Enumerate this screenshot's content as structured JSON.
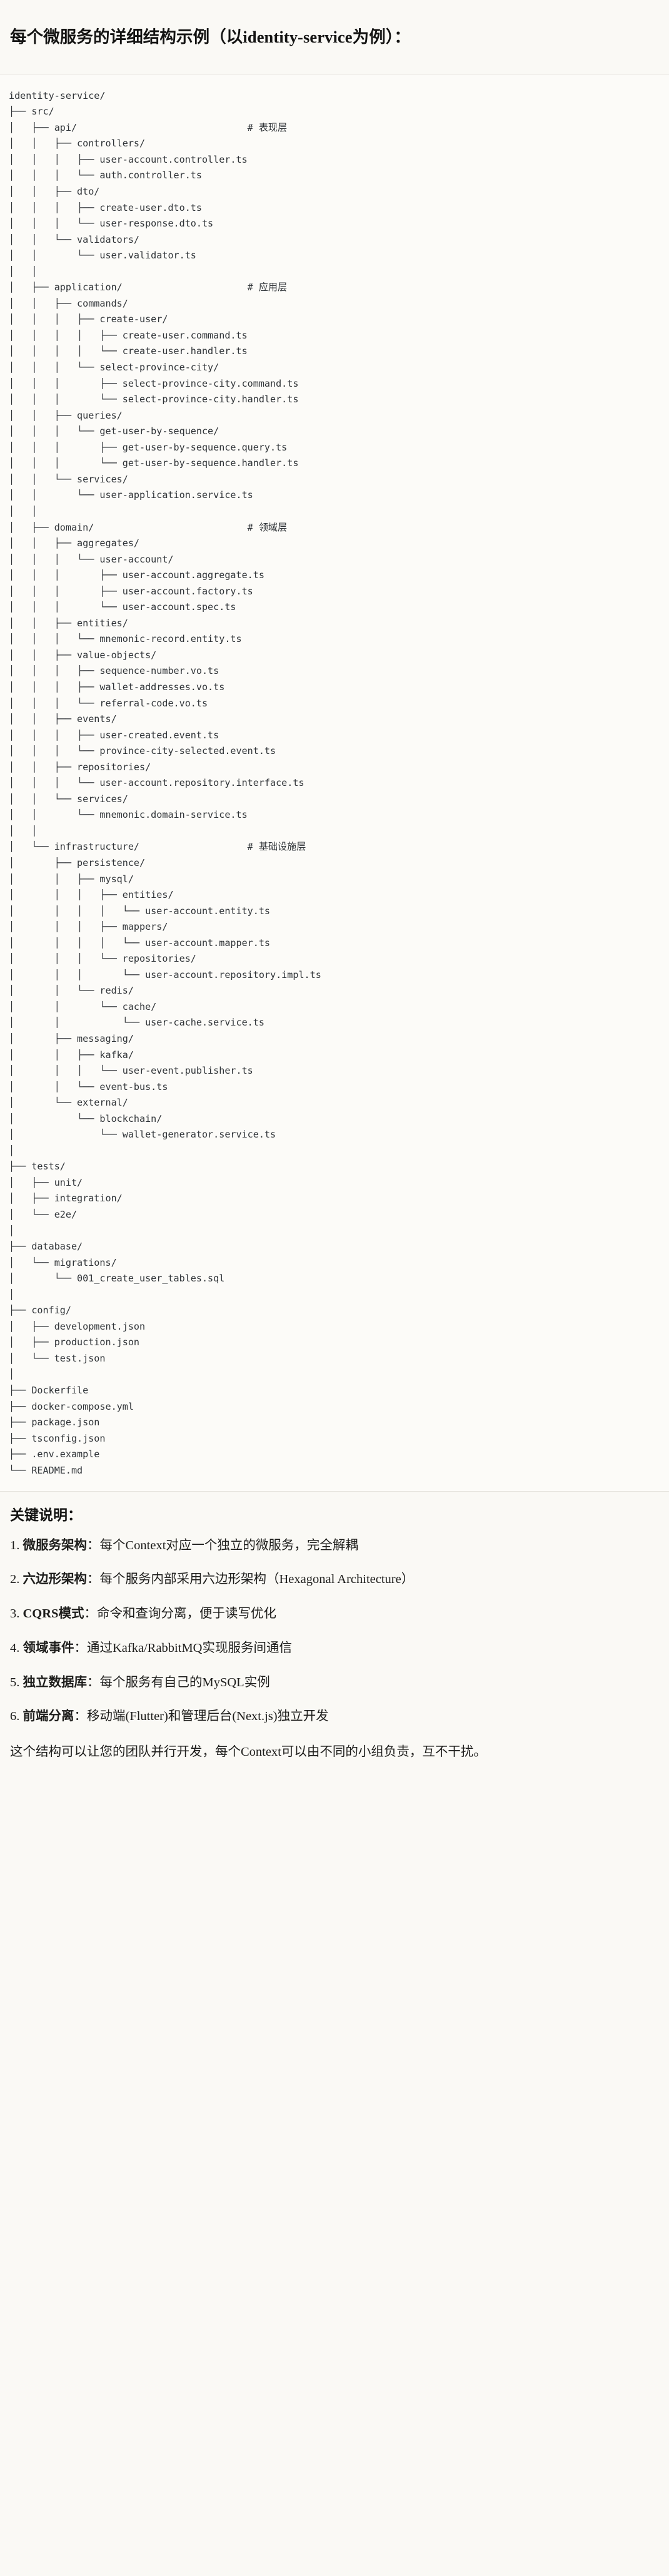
{
  "heading": "每个微服务的详细结构示例（以identity-service为例）：",
  "tree": {
    "language": "text",
    "lines": [
      "identity-service/",
      "├── src/",
      "│   ├── api/                              # 表现层",
      "│   │   ├── controllers/",
      "│   │   │   ├── user-account.controller.ts",
      "│   │   │   └── auth.controller.ts",
      "│   │   ├── dto/",
      "│   │   │   ├── create-user.dto.ts",
      "│   │   │   └── user-response.dto.ts",
      "│   │   └── validators/",
      "│   │       └── user.validator.ts",
      "│   │",
      "│   ├── application/                      # 应用层",
      "│   │   ├── commands/",
      "│   │   │   ├── create-user/",
      "│   │   │   │   ├── create-user.command.ts",
      "│   │   │   │   └── create-user.handler.ts",
      "│   │   │   └── select-province-city/",
      "│   │   │       ├── select-province-city.command.ts",
      "│   │   │       └── select-province-city.handler.ts",
      "│   │   ├── queries/",
      "│   │   │   └── get-user-by-sequence/",
      "│   │   │       ├── get-user-by-sequence.query.ts",
      "│   │   │       └── get-user-by-sequence.handler.ts",
      "│   │   └── services/",
      "│   │       └── user-application.service.ts",
      "│   │",
      "│   ├── domain/                           # 领域层",
      "│   │   ├── aggregates/",
      "│   │   │   └── user-account/",
      "│   │   │       ├── user-account.aggregate.ts",
      "│   │   │       ├── user-account.factory.ts",
      "│   │   │       └── user-account.spec.ts",
      "│   │   ├── entities/",
      "│   │   │   └── mnemonic-record.entity.ts",
      "│   │   ├── value-objects/",
      "│   │   │   ├── sequence-number.vo.ts",
      "│   │   │   ├── wallet-addresses.vo.ts",
      "│   │   │   └── referral-code.vo.ts",
      "│   │   ├── events/",
      "│   │   │   ├── user-created.event.ts",
      "│   │   │   └── province-city-selected.event.ts",
      "│   │   ├── repositories/",
      "│   │   │   └── user-account.repository.interface.ts",
      "│   │   └── services/",
      "│   │       └── mnemonic.domain-service.ts",
      "│   │",
      "│   └── infrastructure/                   # 基础设施层",
      "│       ├── persistence/",
      "│       │   ├── mysql/",
      "│       │   │   ├── entities/",
      "│       │   │   │   └── user-account.entity.ts",
      "│       │   │   ├── mappers/",
      "│       │   │   │   └── user-account.mapper.ts",
      "│       │   │   └── repositories/",
      "│       │   │       └── user-account.repository.impl.ts",
      "│       │   └── redis/",
      "│       │       └── cache/",
      "│       │           └── user-cache.service.ts",
      "│       ├── messaging/",
      "│       │   ├── kafka/",
      "│       │   │   └── user-event.publisher.ts",
      "│       │   └── event-bus.ts",
      "│       └── external/",
      "│           └── blockchain/",
      "│               └── wallet-generator.service.ts",
      "│",
      "├── tests/",
      "│   ├── unit/",
      "│   ├── integration/",
      "│   └── e2e/",
      "│",
      "├── database/",
      "│   └── migrations/",
      "│       └── 001_create_user_tables.sql",
      "│",
      "├── config/",
      "│   ├── development.json",
      "│   ├── production.json",
      "│   └── test.json",
      "│",
      "├── Dockerfile",
      "├── docker-compose.yml",
      "├── package.json",
      "├── tsconfig.json",
      "├── .env.example",
      "└── README.md"
    ]
  },
  "notes": {
    "title": "关键说明：",
    "items": [
      {
        "index": "1.",
        "term": "微服务架构",
        "body": "：每个Context对应一个独立的微服务，完全解耦"
      },
      {
        "index": "2.",
        "term": "六边形架构",
        "body": "：每个服务内部采用六边形架构（Hexagonal Architecture）"
      },
      {
        "index": "3.",
        "term": "CQRS模式",
        "body": "：命令和查询分离，便于读写优化"
      },
      {
        "index": "4.",
        "term": "领域事件",
        "body": "：通过Kafka/RabbitMQ实现服务间通信"
      },
      {
        "index": "5.",
        "term": "独立数据库",
        "body": "：每个服务有自己的MySQL实例"
      },
      {
        "index": "6.",
        "term": "前端分离",
        "body": "：移动端(Flutter)和管理后台(Next.js)独立开发"
      }
    ],
    "closing": "这个结构可以让您的团队并行开发，每个Context可以由不同的小组负责，互不干扰。"
  }
}
